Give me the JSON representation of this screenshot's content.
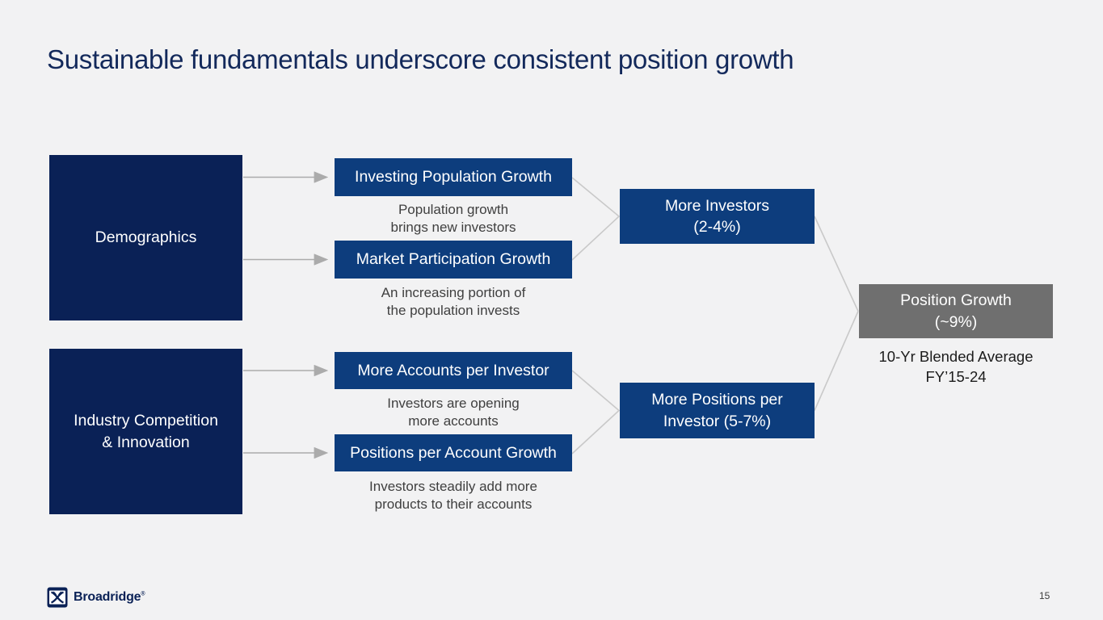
{
  "slide": {
    "title": "Sustainable fundamentals underscore consistent position growth",
    "page_number": "15"
  },
  "colors": {
    "background": "#f2f2f3",
    "driver_navy": "#0a2156",
    "factor_blue": "#0d3d7d",
    "result_gray": "#6f6f6f",
    "title_navy": "#13295b",
    "caption_gray": "#3f3f3f",
    "connector_gray": "#c9c9c9",
    "arrow_gray": "#ababab"
  },
  "diagram": {
    "drivers": [
      {
        "label": "Demographics"
      },
      {
        "label": "Industry Competition\n& Innovation"
      }
    ],
    "factors": [
      {
        "label": "Investing Population Growth",
        "caption": "Population growth\nbrings new investors"
      },
      {
        "label": "Market Participation Growth",
        "caption": "An increasing portion of\nthe population invests"
      },
      {
        "label": "More Accounts per Investor",
        "caption": "Investors are opening\nmore accounts"
      },
      {
        "label": "Positions per Account Growth",
        "caption": "Investors steadily add more\nproducts to their accounts"
      }
    ],
    "outcomes": [
      {
        "label": "More Investors\n(2-4%)"
      },
      {
        "label": "More Positions per\nInvestor (5-7%)"
      }
    ],
    "result": {
      "label": "Position Growth\n(~9%)",
      "caption": "10-Yr Blended Average\nFY’15-24"
    }
  },
  "footer": {
    "logo_text": "Broadridge",
    "trademark": "®"
  }
}
